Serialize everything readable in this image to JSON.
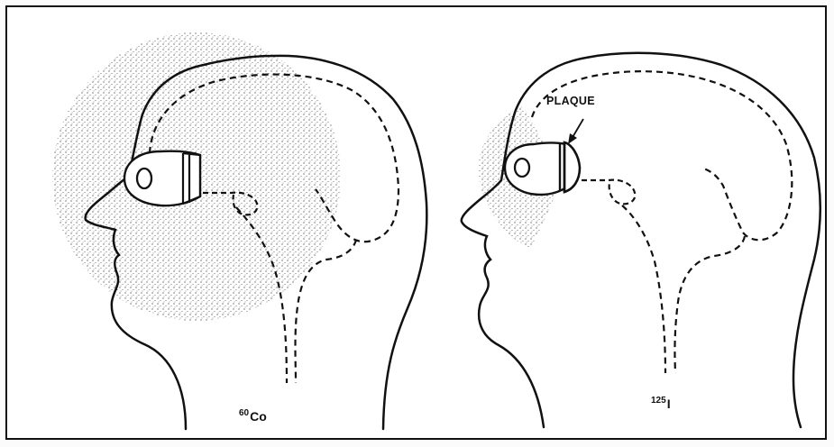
{
  "panels": [
    {
      "id": "cobalt",
      "isotope_mass": "60",
      "isotope_symbol": "Co"
    },
    {
      "id": "iodine",
      "isotope_mass": "125",
      "isotope_symbol": "I",
      "annotation": "PLAQUE"
    }
  ],
  "colors": {
    "ink": "#111111",
    "stipple": "#444444",
    "background": "#ffffff"
  }
}
